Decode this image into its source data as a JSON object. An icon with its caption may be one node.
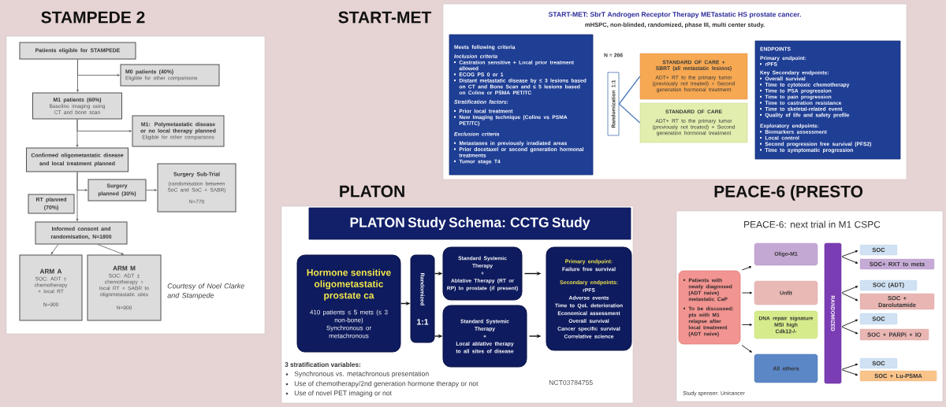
{
  "diagram": {
    "nodes": [
      {
        "text": [
          "Patients eligible for STAMPEDE"
        ]
      },
      {
        "text": [
          "M0 patients (40%)",
          "Eligible for other comparisons"
        ]
      },
      {
        "text": [
          "M1 patients (60%)",
          "Baseline imaging using CT and bone scan"
        ]
      },
      {
        "text": [
          "M1: Polymetastatic disease or no local therapy planned",
          "Eligible for other comparisons"
        ]
      },
      {
        "text": [
          "Confirmed oligometastatic disease and local treatment planned"
        ]
      },
      {
        "text": [
          "Surgery Sub-Trial",
          "(randomisation between SoC and SoC + SABR)",
          "N=770"
        ]
      },
      {
        "text": [
          "Surgery planned (30%)"
        ]
      },
      {
        "text": [
          "RT planned (70%)"
        ]
      },
      {
        "text": [
          "Informed consent and randomisation, N=1800"
        ]
      },
      {
        "text": [
          "ARM A",
          "SOC: ADT ± chemotherapy + local RT",
          "N=900"
        ]
      },
      {
        "text": [
          "ARM M",
          "SOC: ADT ± chemotherapy + local RT + SABR to oligometastatic sites",
          "N=900"
        ]
      },
      {
        "text": [
          "Meets following criteria",
          "Inclusion criteria",
          "Castration sensitive + Local prior treatment allowed",
          "ECOG PS 0 or 1",
          "Distant metastatic disease by ≤ 3 lesions based on CT and Bone Scan and ≤ 5 lesions based on Coline or PSMA PET/TC",
          "Stratification factors:",
          "Prior local treatment",
          "New Imaging technique (Coline vs PSMA PET/TC)",
          "Exclusion criteria",
          "Metastases in previously irradiated areas",
          "Prior docetaxel or second generation hormonal treatments",
          "Tumor stage T4"
        ]
      },
      {
        "text": [
          "Randomization 1:1"
        ]
      },
      {
        "text": [
          "STANDARD OF CARE + SBRT (all metastatic lesions)",
          "ADT+ RT to the primary tumor (previously not treated) + Second generation hormonal treatment"
        ]
      },
      {
        "text": [
          "STANDARD OF CARE",
          "ADT+ RT to the primary tumor (previously not treated) + Second generation hormonal treatment"
        ]
      },
      {
        "text": [
          "ENDPOINTS",
          "Primary endpoint:",
          "rPFS",
          "Key Secondary endpoints:",
          "Overall survival",
          "Time to cytotoxic chemotherapy",
          "Time to PSA progression",
          "Time to pain progression",
          "Time to castration resistance",
          "Time to skeletal-related event",
          "Quality of life and safety profile",
          "Exploratory endpoints:",
          "Biomarkers assessment",
          "Local control",
          "Second progression free survival (PFS2)",
          "Time to symptomatic progression"
        ]
      },
      {
        "text": [
          "PLATON Study Schema: CCTG Study"
        ]
      },
      {
        "text": [
          "Hormone sensitive oligometastatic prostate ca",
          "410 patients ≤ 5 mets (≤ 3 non-bone)",
          "Synchronous or metachronous"
        ]
      },
      {
        "text": [
          "Randomized",
          "1:1"
        ]
      },
      {
        "text": [
          "Standard Systemic Therapy",
          "+",
          "Ablative Therapy (RT or RP) to prostate (if present)"
        ]
      },
      {
        "text": [
          "Standard Systemic Therapy",
          "+",
          "Local ablative therapy to all sites of disease"
        ]
      },
      {
        "text": [
          "Primary endpoint:",
          "Failure free survival",
          "Secondary endpoints:",
          "rPFS",
          "Adverse events",
          "Time to QoL deterioration",
          "Economical assessment",
          "Overall survival",
          "Cancer specific survival",
          "Correlative science"
        ]
      },
      {
        "text": [
          "Patients with newly diagnosed (ADT naive) metastatic CaP",
          "To be discussed: pts with M1 relapse after local treatment (ADT naive)"
        ]
      },
      {
        "text": [
          "Oligo-M1"
        ]
      },
      {
        "text": [
          "Unfit"
        ]
      },
      {
        "text": [
          "DNA repair signature",
          "MSI high",
          "Cdk12-/-"
        ]
      },
      {
        "text": [
          "All others"
        ]
      },
      {
        "text": [
          "RANDOMIZED"
        ]
      },
      {
        "text": [
          "SOC"
        ]
      },
      {
        "text": [
          "SOC+ RXT to mets"
        ]
      },
      {
        "text": [
          "SOC (ADT)"
        ]
      },
      {
        "text": [
          "SOC + Darolutamide"
        ]
      },
      {
        "text": [
          "SOC"
        ]
      },
      {
        "text": [
          "SOC + PARPi + IO"
        ]
      },
      {
        "text": [
          "SOC"
        ]
      },
      {
        "text": [
          "SOC + Lu-PSMA"
        ]
      }
    ],
    "edges": [
      {
        "from": 0,
        "to": 1,
        "arrow": "to",
        "color": "#555555"
      },
      {
        "from": 0,
        "to": 2,
        "arrow": "to",
        "color": "#555555"
      },
      {
        "from": 2,
        "to": 3,
        "arrow": "to",
        "color": "#555555"
      },
      {
        "from": 2,
        "to": 4,
        "arrow": "to",
        "color": "#555555"
      },
      {
        "from": 4,
        "to": 6,
        "arrow": "to",
        "color": "#555555"
      },
      {
        "from": 6,
        "to": 5,
        "arrow": "to",
        "color": "#555555"
      },
      {
        "from": 4,
        "to": 8,
        "arrow": "to",
        "color": "#555555"
      },
      {
        "from": 8,
        "to": 9,
        "arrow": "to",
        "color": "#555555"
      },
      {
        "from": 8,
        "to": 10,
        "arrow": "to",
        "color": "#555555"
      },
      {
        "from": 12,
        "to": 13,
        "arrow": "none",
        "color": "#4f7bbd"
      },
      {
        "from": 12,
        "to": 14,
        "arrow": "none",
        "color": "#4f7bbd"
      },
      {
        "from": 17,
        "to": 18,
        "arrow": "to"
      },
      {
        "from": 18,
        "to": 19,
        "arrow": "to"
      },
      {
        "from": 18,
        "to": 20,
        "arrow": "to"
      },
      {
        "from": 19,
        "to": 21,
        "arrow": "to"
      },
      {
        "from": 20,
        "to": 21,
        "arrow": "to"
      },
      {
        "from": 22,
        "to": 23,
        "arrow": "to"
      },
      {
        "from": 22,
        "to": 24,
        "arrow": "to"
      },
      {
        "from": 22,
        "to": 25,
        "arrow": "to"
      },
      {
        "from": 22,
        "to": 26,
        "arrow": "to"
      },
      {
        "from": 27,
        "to": 28,
        "arrow": "to"
      },
      {
        "from": 27,
        "to": 29,
        "arrow": "to"
      },
      {
        "from": 27,
        "to": 30,
        "arrow": "to"
      },
      {
        "from": 27,
        "to": 31,
        "arrow": "to"
      },
      {
        "from": 27,
        "to": 32,
        "arrow": "to"
      },
      {
        "from": 27,
        "to": 33,
        "arrow": "to"
      },
      {
        "from": 27,
        "to": 34,
        "arrow": "to"
      },
      {
        "from": 27,
        "to": 35,
        "arrow": "to"
      }
    ],
    "labels": [
      "STAMPEDE 2",
      "START-MET",
      "START-MET: SbrT Androgen Receptor Therapy METastatic HS prostate cancer.",
      "mHSPC, non-blinded, randomized, phase III, multi center study.",
      "N = 266",
      "Courtesy of Noel Clarke and Stampede",
      "PLATON",
      "PEACE-6 (PRESTO",
      "PEACE-6: next trial in M1 CSPC",
      "3 stratification variables:",
      "Synchronous vs. metachronous presentation",
      "Use of chemotherapy/2nd generation hormone therapy or not",
      "Use of novel PET imaging or not",
      "NCT03784755",
      "Study sponsor: Unicancer"
    ]
  }
}
